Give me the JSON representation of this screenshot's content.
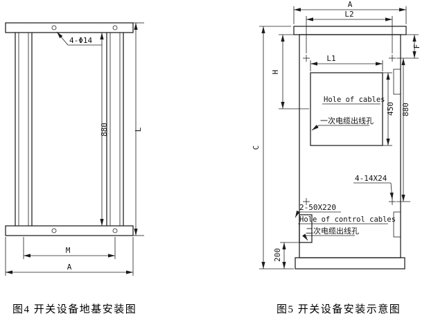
{
  "page": {
    "background": "#ffffff",
    "line_color": "#1c1c1c"
  },
  "figure4": {
    "caption": "图4 开关设备地基安装图",
    "hole_label": "4-Φ14",
    "dims": {
      "inner_height": "880",
      "overall_height": "L",
      "inner_width": "M",
      "overall_width": "A"
    }
  },
  "figure5": {
    "caption": "图5 开关设备安装示意图",
    "dims": {
      "overall_width": "A",
      "hole_span_width": "L2",
      "cable_hole_width": "L1",
      "hole_top_offset": "F",
      "cable_hole_top": "H",
      "overall_height": "C",
      "cable_hole_height": "450",
      "hole_span_height": "880",
      "bottom_offset": "200"
    },
    "labels": {
      "mount_holes": "4-14X24",
      "control_slots": "2-50X220",
      "cable_hole_en": "Hole of cables",
      "cable_hole_cn": "一次电缆出线孔",
      "control_hole_en": "Hole of control cables",
      "control_hole_cn": "二次电缆出线孔"
    }
  }
}
